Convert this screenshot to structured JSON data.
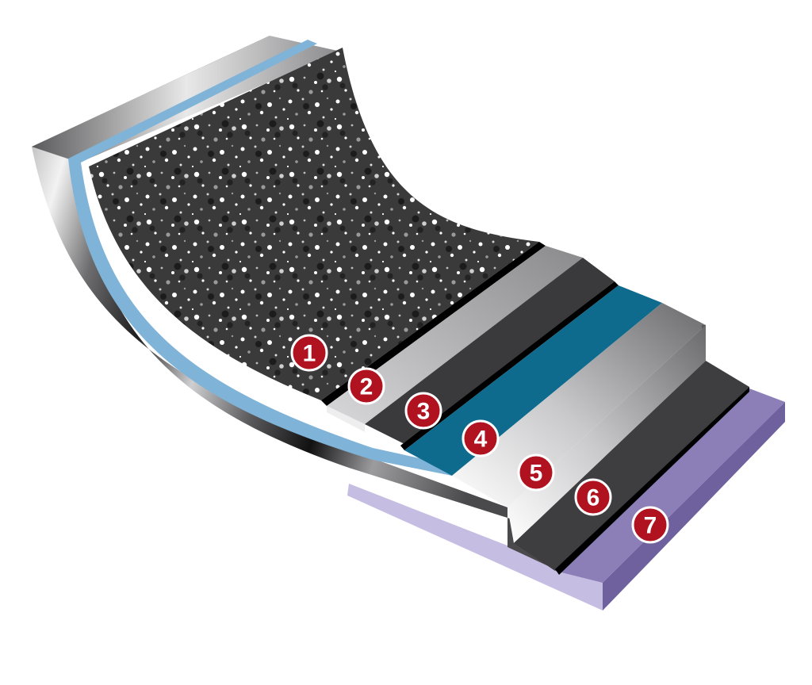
{
  "layers": [
    {
      "id": 1,
      "label": "1",
      "color": "#3b3b3d"
    },
    {
      "id": 2,
      "label": "2",
      "color": "#b9babd"
    },
    {
      "id": 3,
      "label": "3",
      "color": "#3a3a3c"
    },
    {
      "id": 4,
      "label": "4",
      "color": "#0f6b8e"
    },
    {
      "id": 5,
      "label": "5",
      "color": "#e6e7e9"
    },
    {
      "id": 6,
      "label": "6",
      "color": "#3e3e40"
    },
    {
      "id": 7,
      "label": "7",
      "color": "#8c7fb8"
    }
  ],
  "colors": {
    "badge": "#b0121f",
    "steel_light": "#eeeeee",
    "steel_dark": "#1a1a1a",
    "blue_line": "#7fb3d8",
    "speckle": "#3a3a3a"
  }
}
